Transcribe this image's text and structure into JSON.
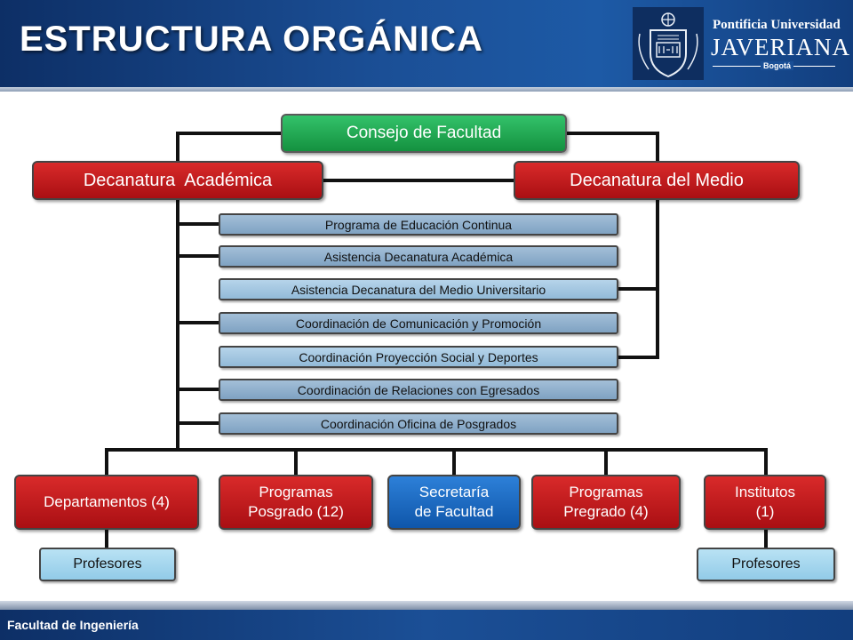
{
  "header": {
    "title": "ESTRUCTURA ORGÁNICA",
    "logo": {
      "line1": "Pontificia Universidad",
      "line2": "JAVERIANA",
      "line3": "Bogotá",
      "crest_icon": "university-crest-icon"
    }
  },
  "chart": {
    "council": "Consejo de Facultad",
    "deans": {
      "academic": "Decanatura  Académica",
      "medio": "Decanatura del Medio"
    },
    "units": [
      "Programa de Educación Continua",
      "Asistencia Decanatura Académica",
      "Asistencia Decanatura del Medio Universitario",
      "Coordinación de Comunicación y Promoción",
      "Coordinación Proyección Social y Deportes",
      "Coordinación de Relaciones con Egresados",
      "Coordinación Oficina de Posgrados"
    ],
    "bottom": {
      "departamentos": "Departamentos (4)",
      "posgrado_line1": "Programas",
      "posgrado_line2": "Posgrado (12)",
      "secretaria_line1": "Secretaría",
      "secretaria_line2": "de Facultad",
      "pregrado_line1": "Programas",
      "pregrado_line2": "Pregrado (4)",
      "institutos_line1": "Institutos",
      "institutos_line2": "(1)"
    },
    "profesores_left": "Profesores",
    "profesores_right": "Profesores"
  },
  "footer": {
    "text": "Facultad de Ingeniería"
  },
  "colors": {
    "council": "#1fa64f",
    "dean": "#c0171b",
    "secretaria": "#1a66c0",
    "profesores": "#a8d8f0",
    "units": "#8fb0cf",
    "connector": "#111111",
    "header": "#1a4f96"
  }
}
